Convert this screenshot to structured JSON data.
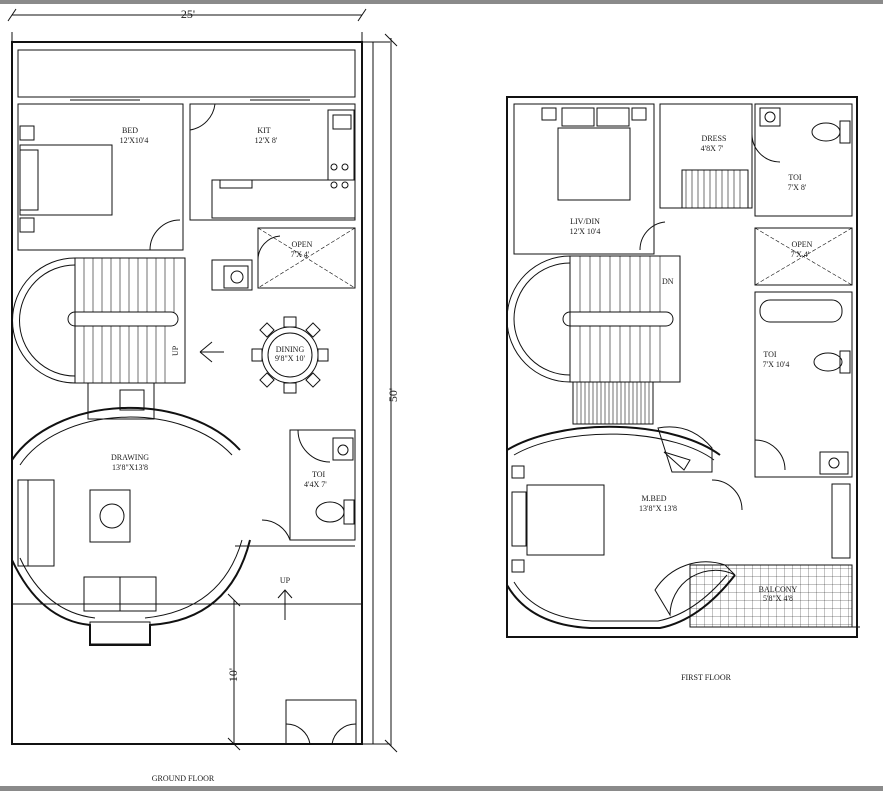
{
  "ground_floor": {
    "title": "GROUND FLOOR",
    "dim_width": "25'",
    "dim_depth": "50'",
    "dim_setback": "10'",
    "rooms": {
      "bed": {
        "name": "BED",
        "size": "12'X10'4"
      },
      "kitchen": {
        "name": "KIT",
        "size": "12'X 8'"
      },
      "open": {
        "name": "OPEN",
        "size": "7'X 4'"
      },
      "dining": {
        "name": "DINING",
        "size": "9'8\"X 10'"
      },
      "drawing": {
        "name": "DRAWING",
        "size": "13'8\"X13'8"
      },
      "toilet": {
        "name": "TOI",
        "size": "4'4X 7'"
      }
    },
    "stair_up": "UP",
    "entry_up": "UP"
  },
  "first_floor": {
    "title": "FIRST FLOOR",
    "rooms": {
      "dress": {
        "name": "DRESS",
        "size": "4'8X 7'"
      },
      "toilet_top": {
        "name": "TOI",
        "size": "7'X 8'"
      },
      "liv_din": {
        "name": "LIV/DIN",
        "size": "12'X 10'4"
      },
      "open": {
        "name": "OPEN",
        "size": "7'X 4'"
      },
      "toilet_mid": {
        "name": "TOI",
        "size": "7'X 10'4"
      },
      "mbed": {
        "name": "M.BED",
        "size": "13'8\"X 13'8"
      },
      "balcony": {
        "name": "BALCONY",
        "size": "5'8\"X 4'8"
      }
    },
    "stair_dn": "DN"
  }
}
